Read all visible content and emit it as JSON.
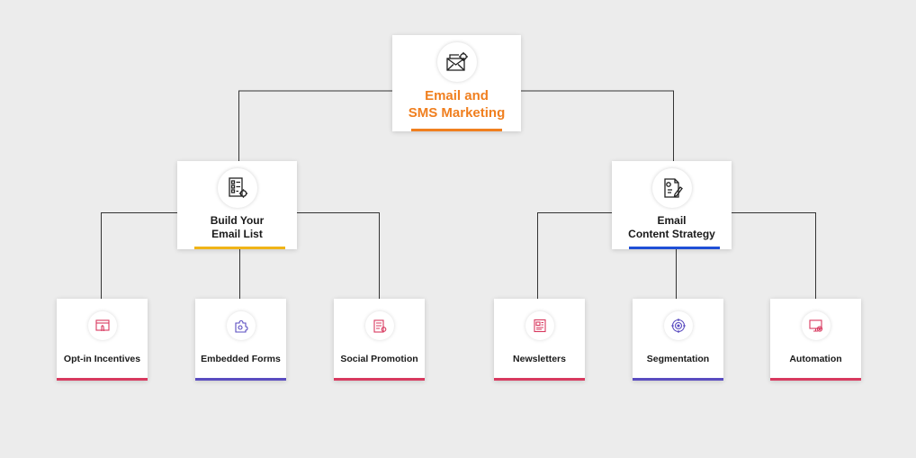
{
  "root": {
    "title_line1": "Email and",
    "title_line2": "SMS Marketing",
    "icon": "envelope-gear-icon"
  },
  "branches": [
    {
      "title_line1": "Build Your",
      "title_line2": "Email List",
      "icon": "checklist-gear-icon",
      "children": [
        {
          "label": "Opt-in Incentives",
          "icon": "window-hand-icon"
        },
        {
          "label": "Embedded Forms",
          "icon": "puzzle-gear-icon"
        },
        {
          "label": "Social Promotion",
          "icon": "clipboard-gear-icon"
        }
      ]
    },
    {
      "title_line1": "Email",
      "title_line2": "Content Strategy",
      "icon": "document-pen-icon",
      "children": [
        {
          "label": "Newsletters",
          "icon": "newspaper-icon"
        },
        {
          "label": "Segmentation",
          "icon": "target-icon"
        },
        {
          "label": "Automation",
          "icon": "screen-gear-icon"
        }
      ]
    }
  ],
  "colors": {
    "root_accent": "#f07f1f",
    "branch_left_accent": "#f0b418",
    "branch_right_accent": "#1f4fd6",
    "leaf_pink": "#d8395f",
    "leaf_purple": "#5a4cc0",
    "icon_pink": "#d8395f",
    "icon_purple": "#5a4cc0"
  }
}
